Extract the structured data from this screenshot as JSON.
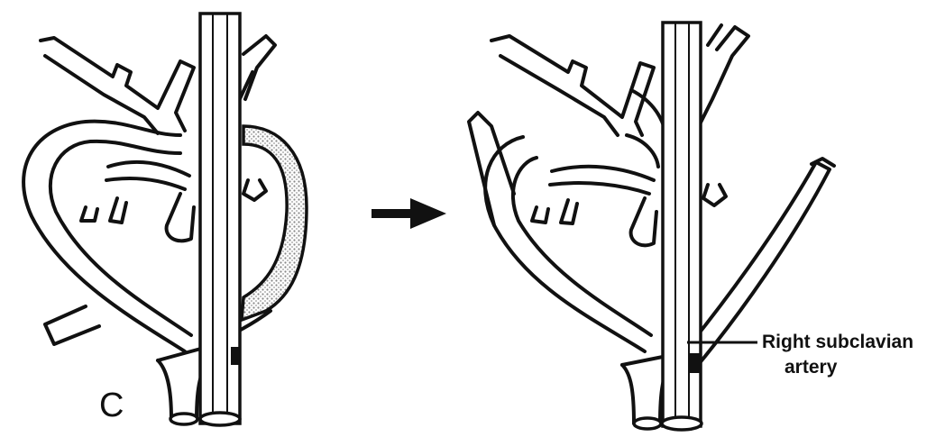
{
  "panel_letter": "C",
  "labels": {
    "right_subclavian_line1": "Right subclavian",
    "right_subclavian_line2": "artery"
  },
  "colors": {
    "ink": "#111111",
    "background": "#ffffff",
    "stipple": "#888888"
  },
  "arrow_icon": "right-arrow-icon"
}
